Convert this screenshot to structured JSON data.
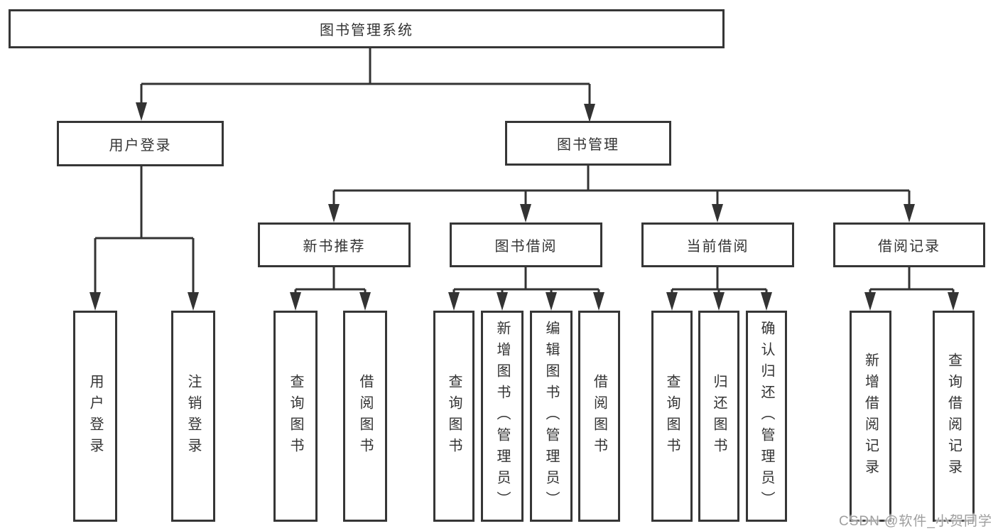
{
  "nodes": {
    "root": "图书管理系统",
    "user_login": "用户登录",
    "book_mgmt": "图书管理",
    "new_book_rec": "新书推荐",
    "book_borrow": "图书借阅",
    "current_borrow": "当前借阅",
    "borrow_record": "借阅记录",
    "leaf_user_login": "用户登录",
    "leaf_logout": "注销登录",
    "leaf_nb_query": "查询图书",
    "leaf_nb_borrow": "借阅图书",
    "leaf_bb_query": "查询图书",
    "leaf_bb_add": "新增图书（管理员）",
    "leaf_bb_edit": "编辑图书（管理员）",
    "leaf_bb_borrow": "借阅图书",
    "leaf_cb_query": "查询图书",
    "leaf_cb_return": "归还图书",
    "leaf_cb_confirm": "确认归还（管理员）",
    "leaf_br_add": "新增借阅记录",
    "leaf_br_query": "查询借阅记录"
  },
  "watermark": "CSDN @软件_小贺同学",
  "colors": {
    "line": "#333333",
    "border": "#363636",
    "text": "#333333",
    "watermark": "#9e9e9e",
    "background": "#ffffff"
  }
}
